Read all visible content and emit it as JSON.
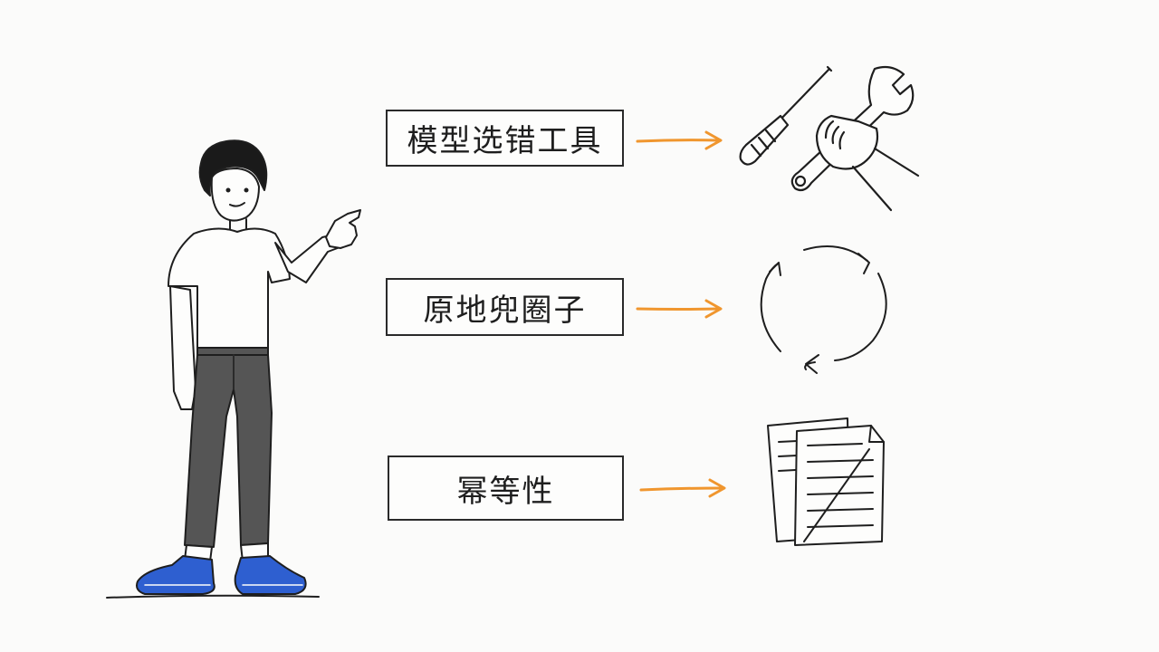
{
  "diagram": {
    "items": [
      {
        "label": "模型选错工具",
        "icon": "screwdriver-wrench-icon"
      },
      {
        "label": "原地兜圈子",
        "icon": "circular-arrows-icon"
      },
      {
        "label": "幂等性",
        "icon": "duplicate-documents-icon"
      }
    ],
    "colors": {
      "arrow": "#f0962e",
      "ink": "#1e1e1e",
      "shoes": "#2e5fd0",
      "pants": "#555555",
      "paper": "#fbfbfa"
    }
  }
}
